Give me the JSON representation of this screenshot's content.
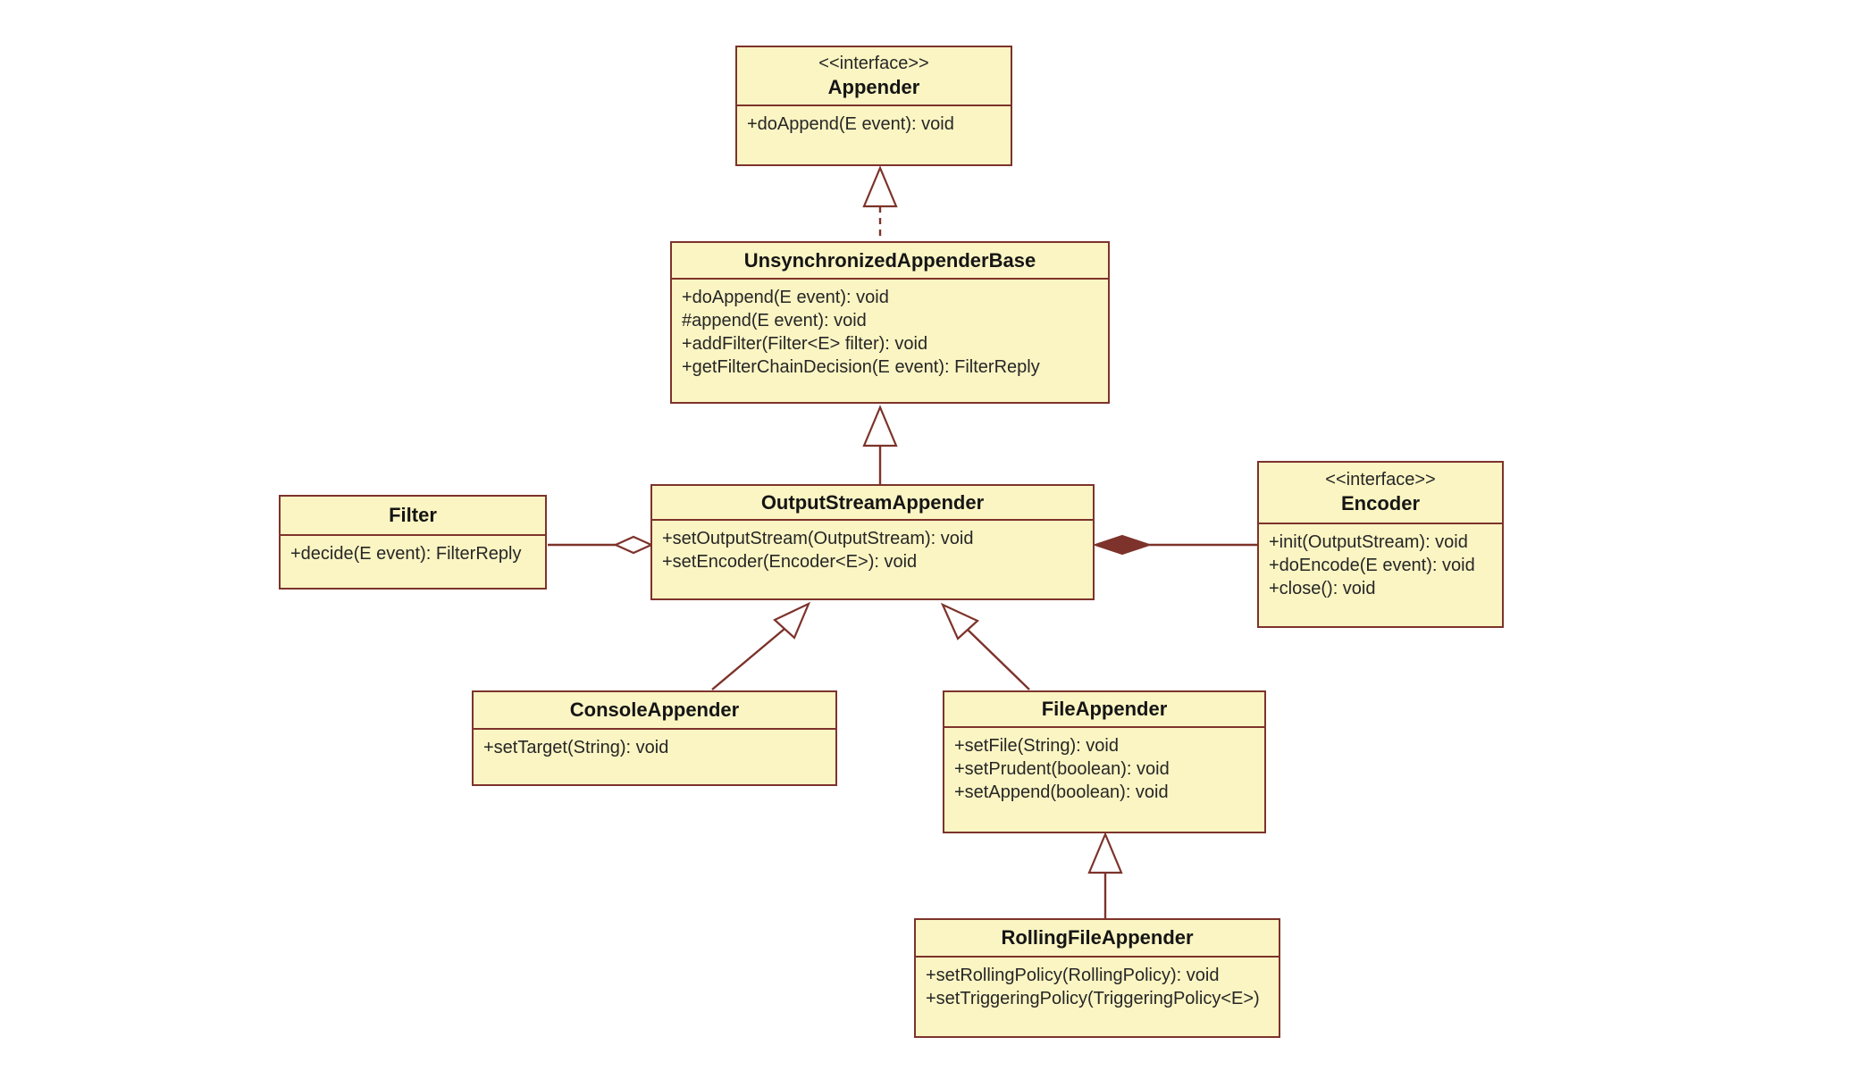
{
  "diagram": {
    "type": "uml-class-diagram",
    "subject": "Logback Appender class hierarchy"
  },
  "colors": {
    "background": "#ffffff",
    "box_fill": "#fbf5c3",
    "box_border": "#7d332b",
    "line": "#7d332b",
    "text": "#262626",
    "name_text": "#151515"
  },
  "classes": {
    "appender": {
      "stereotype": "<<interface>>",
      "name": "Appender",
      "methods": [
        "+doAppend(E event): void"
      ]
    },
    "unsynchronized_appender_base": {
      "name": "UnsynchronizedAppenderBase",
      "methods": [
        "+doAppend(E event): void",
        "#append(E event): void",
        "+addFilter(Filter<E> filter): void",
        "+getFilterChainDecision(E event): FilterReply"
      ]
    },
    "output_stream_appender": {
      "name": "OutputStreamAppender",
      "methods": [
        "+setOutputStream(OutputStream): void",
        "+setEncoder(Encoder<E>): void"
      ]
    },
    "filter": {
      "name": "Filter",
      "methods": [
        "+decide(E event): FilterReply"
      ]
    },
    "encoder": {
      "stereotype": "<<interface>>",
      "name": "Encoder",
      "methods": [
        "+init(OutputStream): void",
        "+doEncode(E event): void",
        "+close(): void"
      ]
    },
    "console_appender": {
      "name": "ConsoleAppender",
      "methods": [
        "+setTarget(String): void"
      ]
    },
    "file_appender": {
      "name": "FileAppender",
      "methods": [
        "+setFile(String): void",
        "+setPrudent(boolean): void",
        "+setAppend(boolean): void"
      ]
    },
    "rolling_file_appender": {
      "name": "RollingFileAppender",
      "methods": [
        "+setRollingPolicy(RollingPolicy): void",
        "+setTriggeringPolicy(TriggeringPolicy<E>)"
      ]
    }
  },
  "relationships": [
    {
      "from": "UnsynchronizedAppenderBase",
      "to": "Appender",
      "type": "realization",
      "notation": "dashed line, hollow triangle"
    },
    {
      "from": "OutputStreamAppender",
      "to": "UnsynchronizedAppenderBase",
      "type": "generalization",
      "notation": "solid line, hollow triangle"
    },
    {
      "from": "OutputStreamAppender",
      "to": "Filter",
      "type": "aggregation",
      "notation": "hollow diamond at OutputStreamAppender"
    },
    {
      "from": "OutputStreamAppender",
      "to": "Encoder",
      "type": "composition",
      "notation": "filled diamond at OutputStreamAppender"
    },
    {
      "from": "ConsoleAppender",
      "to": "OutputStreamAppender",
      "type": "generalization",
      "notation": "solid line, hollow triangle"
    },
    {
      "from": "FileAppender",
      "to": "OutputStreamAppender",
      "type": "generalization",
      "notation": "solid line, hollow triangle"
    },
    {
      "from": "RollingFileAppender",
      "to": "FileAppender",
      "type": "generalization",
      "notation": "solid line, hollow triangle"
    }
  ]
}
